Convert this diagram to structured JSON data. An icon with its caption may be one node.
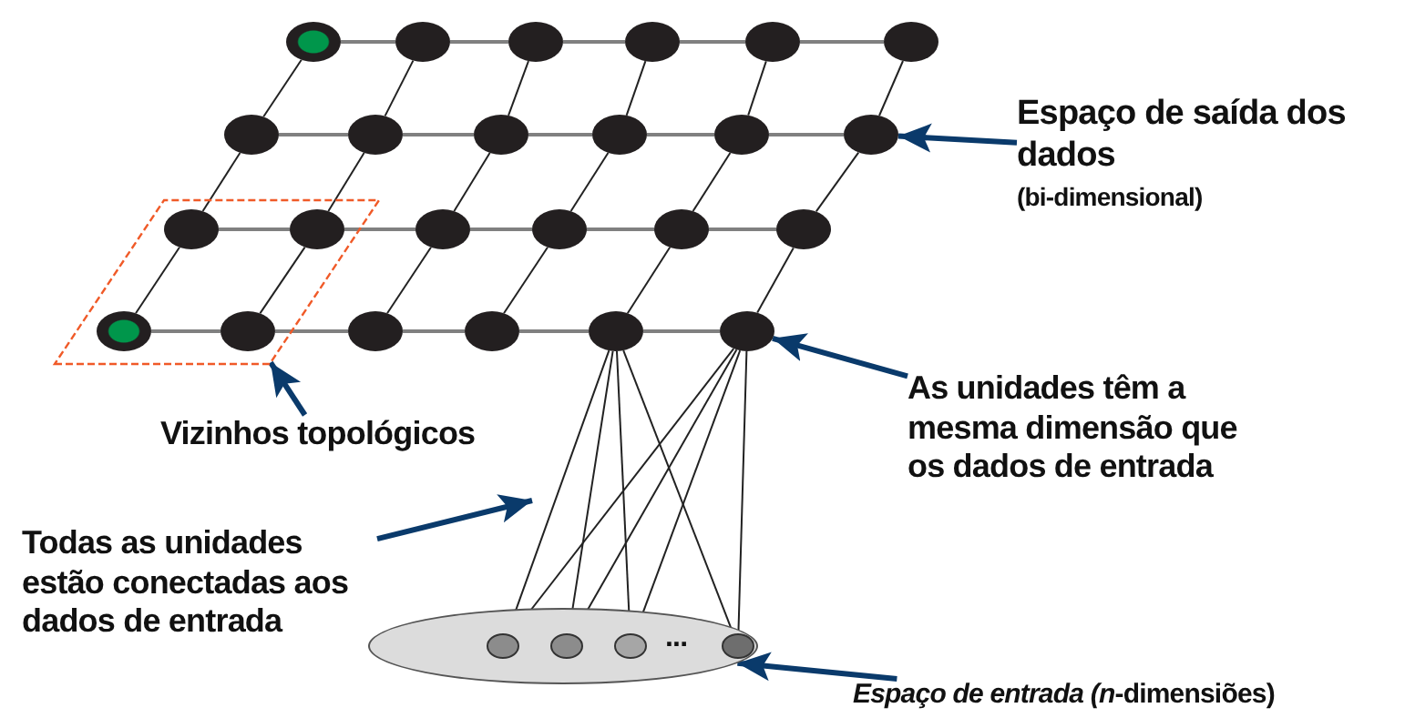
{
  "diagram": {
    "nodes": [
      {
        "text": [],
        "shape": "circle"
      },
      {
        "text": [],
        "shape": "circle"
      },
      {
        "text": [],
        "shape": "circle"
      },
      {
        "text": [],
        "shape": "circle"
      },
      {
        "text": [],
        "shape": "circle"
      },
      {
        "text": [],
        "shape": "circle"
      },
      {
        "text": [],
        "shape": "circle"
      },
      {
        "text": [],
        "shape": "circle"
      },
      {
        "text": [],
        "shape": "circle"
      },
      {
        "text": [],
        "shape": "circle"
      },
      {
        "text": [],
        "shape": "circle"
      },
      {
        "text": [],
        "shape": "circle"
      },
      {
        "text": [],
        "shape": "parallelogram"
      },
      {
        "text": [],
        "shape": "circle",
        "in": 12
      },
      {
        "text": [],
        "shape": "circle",
        "in": 12
      },
      {
        "text": [],
        "shape": "circle"
      },
      {
        "text": [],
        "shape": "circle"
      },
      {
        "text": [],
        "shape": "circle"
      },
      {
        "text": [],
        "shape": "circle"
      },
      {
        "text": [],
        "shape": "circle",
        "in": 12
      },
      {
        "text": [],
        "shape": "circle",
        "in": 12
      },
      {
        "text": [],
        "shape": "circle"
      },
      {
        "text": [],
        "shape": "circle"
      },
      {
        "text": [],
        "shape": "circle"
      },
      {
        "text": [],
        "shape": "circle"
      },
      {
        "text": [
          "..."
        ]
      },
      {
        "text": [],
        "shape": "circle",
        "in": 25
      },
      {
        "text": [],
        "shape": "circle",
        "in": 25
      },
      {
        "text": [],
        "shape": "circle",
        "in": 25
      },
      {
        "text": [],
        "shape": "circle",
        "in": 25
      },
      {
        "text": [
          "Espaço de saída dos dados",
          "(bi-dimensional)"
        ]
      },
      {
        "text": [
          "Vizinhos topológicos"
        ]
      },
      {
        "text": [
          "As unidades têm a mesma dimensão que os dados de entrada"
        ]
      },
      {
        "text": [
          "Todas as unidades estão conectadas aos dados de entrada"
        ]
      },
      {
        "text": [
          "*Espaço de entrada (n*-dimensiões)"
        ]
      }
    ],
    "edges": [
      {
        "from": 0,
        "to": 1,
        "arrow": "none",
        "color": "#808080"
      },
      {
        "from": 1,
        "to": 2,
        "arrow": "none",
        "color": "#808080"
      },
      {
        "from": 2,
        "to": 3,
        "arrow": "none",
        "color": "#808080"
      },
      {
        "from": 3,
        "to": 4,
        "arrow": "none",
        "color": "#808080"
      },
      {
        "from": 4,
        "to": 5,
        "arrow": "none",
        "color": "#808080"
      },
      {
        "from": 6,
        "to": 7,
        "arrow": "none",
        "color": "#808080"
      },
      {
        "from": 7,
        "to": 8,
        "arrow": "none",
        "color": "#808080"
      },
      {
        "from": 8,
        "to": 9,
        "arrow": "none",
        "color": "#808080"
      },
      {
        "from": 9,
        "to": 10,
        "arrow": "none",
        "color": "#808080"
      },
      {
        "from": 10,
        "to": 11,
        "arrow": "none",
        "color": "#808080"
      },
      {
        "from": 13,
        "to": 14,
        "arrow": "none",
        "color": "#808080"
      },
      {
        "from": 14,
        "to": 15,
        "arrow": "none",
        "color": "#808080"
      },
      {
        "from": 15,
        "to": 16,
        "arrow": "none",
        "color": "#808080"
      },
      {
        "from": 16,
        "to": 17,
        "arrow": "none",
        "color": "#808080"
      },
      {
        "from": 17,
        "to": 18,
        "arrow": "none",
        "color": "#808080"
      },
      {
        "from": 19,
        "to": 20,
        "arrow": "none",
        "color": "#808080"
      },
      {
        "from": 20,
        "to": 21,
        "arrow": "none",
        "color": "#808080"
      },
      {
        "from": 21,
        "to": 22,
        "arrow": "none",
        "color": "#808080"
      },
      {
        "from": 22,
        "to": 23,
        "arrow": "none",
        "color": "#808080"
      },
      {
        "from": 23,
        "to": 24,
        "arrow": "none",
        "color": "#808080"
      },
      {
        "from": 0,
        "to": 6,
        "arrow": "none"
      },
      {
        "from": 1,
        "to": 7,
        "arrow": "none"
      },
      {
        "from": 2,
        "to": 8,
        "arrow": "none"
      },
      {
        "from": 3,
        "to": 9,
        "arrow": "none"
      },
      {
        "from": 4,
        "to": 10,
        "arrow": "none"
      },
      {
        "from": 5,
        "to": 11,
        "arrow": "none"
      },
      {
        "from": 6,
        "to": 13,
        "arrow": "none"
      },
      {
        "from": 7,
        "to": 14,
        "arrow": "none"
      },
      {
        "from": 8,
        "to": 15,
        "arrow": "none"
      },
      {
        "from": 9,
        "to": 16,
        "arrow": "none"
      },
      {
        "from": 10,
        "to": 17,
        "arrow": "none"
      },
      {
        "from": 11,
        "to": 18,
        "arrow": "none"
      },
      {
        "from": 13,
        "to": 19,
        "arrow": "none"
      },
      {
        "from": 14,
        "to": 20,
        "arrow": "none"
      },
      {
        "from": 15,
        "to": 21,
        "arrow": "none"
      },
      {
        "from": 16,
        "to": 22,
        "arrow": "none"
      },
      {
        "from": 17,
        "to": 23,
        "arrow": "none"
      },
      {
        "from": 18,
        "to": 24,
        "arrow": "none"
      },
      {
        "from": 23,
        "to": 26,
        "arrow": "none"
      },
      {
        "from": 23,
        "to": 27,
        "arrow": "none"
      },
      {
        "from": 23,
        "to": 28,
        "arrow": "none"
      },
      {
        "from": 23,
        "to": 29,
        "arrow": "none"
      },
      {
        "from": 24,
        "to": 26,
        "arrow": "none"
      },
      {
        "from": 24,
        "to": 27,
        "arrow": "none"
      },
      {
        "from": 24,
        "to": 28,
        "arrow": "none"
      },
      {
        "from": 24,
        "to": 29,
        "arrow": "none"
      },
      {
        "from": 30,
        "to": 11,
        "arrow": "to",
        "style": "thick",
        "color": "#0a3a6b"
      },
      {
        "from": 31,
        "to": 12,
        "arrow": "to",
        "style": "thick",
        "color": "#0a3a6b"
      },
      {
        "from": 32,
        "to": 24,
        "arrow": "to",
        "style": "thick",
        "color": "#0a3a6b"
      },
      {
        "from": 33,
        "to": null,
        "arrow": "to",
        "style": "thick",
        "color": "#0a3a6b"
      },
      {
        "from": 34,
        "to": 25,
        "arrow": "to",
        "style": "thick",
        "color": "#0a3a6b"
      }
    ]
  }
}
